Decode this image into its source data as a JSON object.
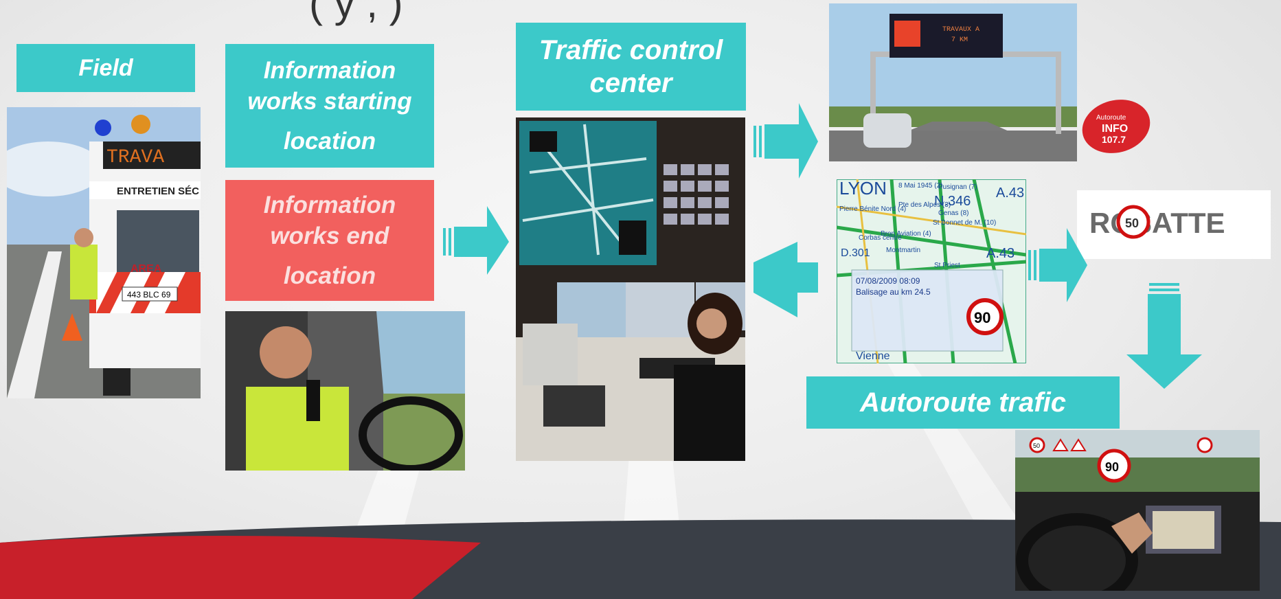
{
  "slide": {
    "title_fragment": "(                           y ,             )"
  },
  "boxes": {
    "field": "Field",
    "info_start": [
      "Information",
      "works starting",
      "location"
    ],
    "info_end": [
      "Information",
      "works end",
      "location"
    ],
    "tcc": [
      "Traffic control",
      "center"
    ],
    "autoroute_trafic": "Autoroute trafic"
  },
  "photos": {
    "truck_display": "TRAVA",
    "truck_side": "ENTRETIEN SÉC",
    "truck_brand": "AREA",
    "truck_plate": "443 BLC 69",
    "vms_line1": "TRAVAUX A",
    "vms_line2": "7 KM",
    "radio_line1": "Autoroute",
    "radio_line2": "INFO",
    "radio_line3": "107.7",
    "rosatte": "ROSATTE",
    "rosatte_sign": "50",
    "map": {
      "lyon": "LYON",
      "n346": "N.346",
      "a43a": "A.43",
      "a43b": "A.43",
      "d301": "D.301",
      "pierre": "Pierre Bénite Nord (4)",
      "mai": "8 Mai 1945 (2)",
      "pte": "Pte des Alpes (3)",
      "pusignan": "Pusignan (7)",
      "genas": "Genas (8)",
      "bonnet": "St Bonnet de M. (10)",
      "corbas": "Corbas centre",
      "bron": "Bron Aviation (4)",
      "montmartin": "Montmartin",
      "priest": "St Priest",
      "vienne": "Vienne",
      "popup_date": "07/08/2009 08:09",
      "popup_text": "Balisage au km 24.5",
      "popup_sign": "90"
    },
    "cockpit_sign": "90",
    "cockpit_small": "50"
  },
  "colors": {
    "teal": "#3cc9c9",
    "red": "#f2605e",
    "arrow": "#3cc9c9"
  }
}
